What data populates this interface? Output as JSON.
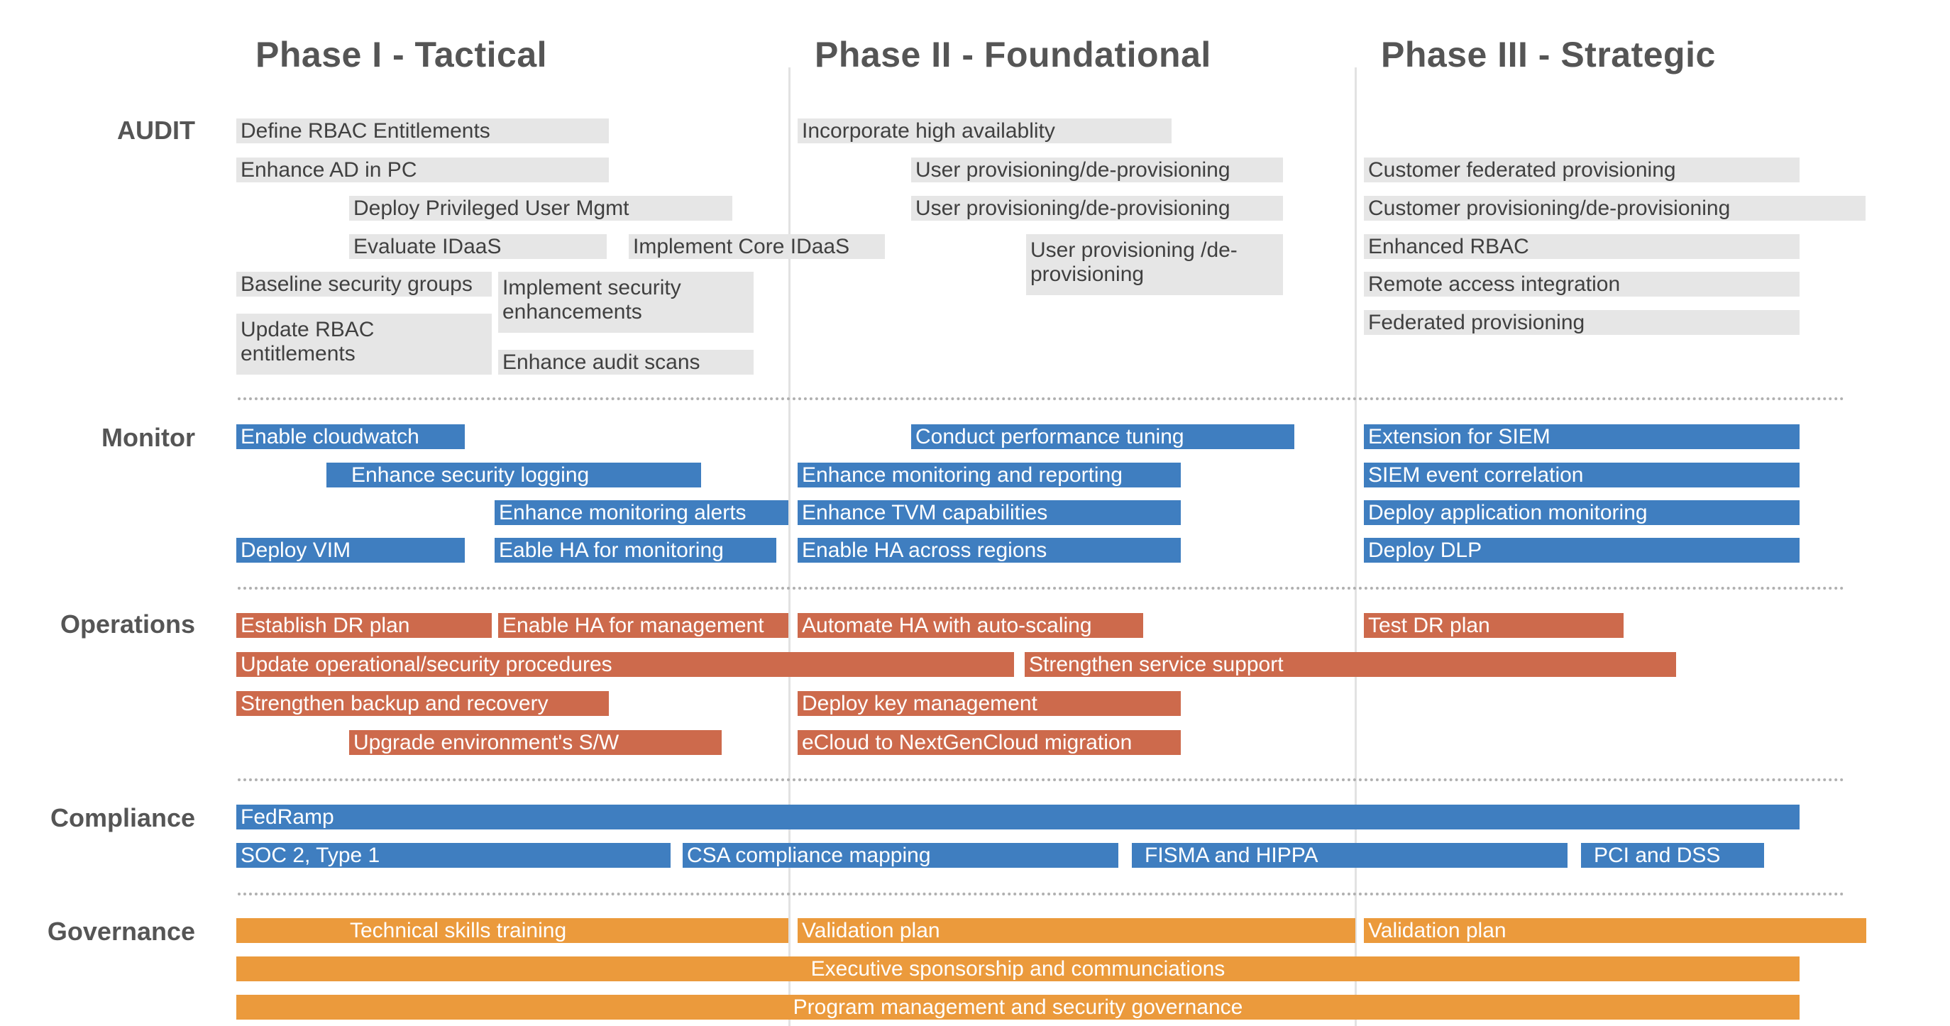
{
  "phases": [
    "Phase I - Tactical",
    "Phase II - Foundational",
    "Phase III - Strategic"
  ],
  "rows": {
    "audit": "AUDIT",
    "monitor": "Monitor",
    "operations": "Operations",
    "compliance": "Compliance",
    "governance": "Governance"
  },
  "audit": [
    "Define RBAC Entitlements",
    "Enhance AD in PC",
    "Deploy Privileged User Mgmt",
    "Evaluate IDaaS",
    "Implement Core IDaaS",
    "Baseline security groups",
    "Implement security enhancements",
    "Update RBAC entitlements",
    "Enhance audit scans",
    "Incorporate high availablity",
    "User provisioning/de-provisioning",
    "User provisioning/de-provisioning",
    "User provisioning /de-provisioning",
    "Customer federated provisioning",
    "Customer provisioning/de-provisioning",
    "Enhanced RBAC",
    "Remote access integration",
    "Federated provisioning"
  ],
  "monitor": [
    "Enable cloudwatch",
    "Enhance security logging",
    "Enhance monitoring alerts",
    "Deploy VIM",
    "Eable HA for monitoring",
    "Conduct performance tuning",
    "Enhance monitoring and reporting",
    "Enhance TVM capabilities",
    "Enable HA across regions",
    "Extension for SIEM",
    "SIEM event correlation",
    "Deploy application monitoring",
    "Deploy DLP"
  ],
  "operations": [
    "Establish DR plan",
    "Enable HA for management",
    "Automate HA with auto-scaling",
    "Test DR plan",
    "Update operational/security procedures",
    "Strengthen service support",
    "Strengthen backup and recovery",
    "Deploy key management",
    "Upgrade environment's S/W",
    "eCloud to NextGenCloud migration"
  ],
  "compliance": [
    "FedRamp",
    "SOC 2, Type 1",
    "CSA compliance mapping",
    "FISMA and HIPPA",
    "PCI and DSS"
  ],
  "governance": [
    "Technical skills training",
    "Validation plan",
    "Validation plan",
    "Executive sponsorship and communciations",
    "Program management and security governance"
  ],
  "colors": {
    "audit": "#e6e6e6",
    "monitor": "#3f7ec0",
    "operations": "#cd6a4c",
    "compliance": "#3f7ec0",
    "governance": "#eb9a3c"
  }
}
